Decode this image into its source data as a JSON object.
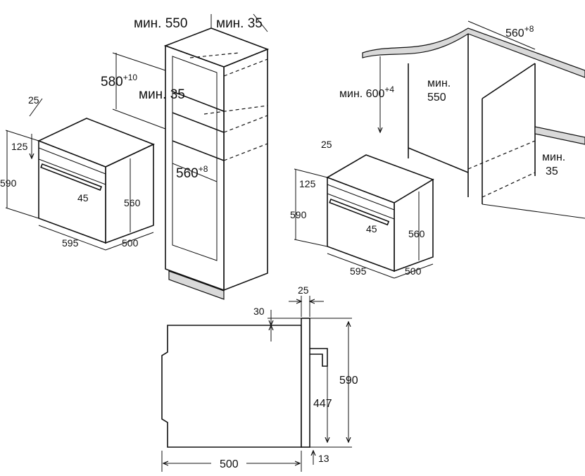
{
  "left_oven": {
    "depth_panel": "25",
    "panel_height": "125",
    "height": "590",
    "handle": "45",
    "inner_height": "560",
    "width": "595",
    "depth": "500"
  },
  "tall_cabinet": {
    "min_depth": "мин. 550",
    "min_gap": "мин. 35",
    "niche_height": "580",
    "niche_height_tol": "+10",
    "vent_gap": "мин. 35",
    "niche_width": "560",
    "niche_width_tol": "+8"
  },
  "under_counter": {
    "niche_width": "560",
    "niche_width_tol": "+8",
    "min_height": "мин. 600",
    "min_height_tol": "+4",
    "min_depth_label": "мин.",
    "min_depth_value": "550",
    "min_gap_label": "мин.",
    "min_gap_value": "35"
  },
  "right_oven": {
    "depth_panel": "25",
    "panel_height": "125",
    "height": "590",
    "handle": "45",
    "inner_height": "560",
    "width": "595",
    "depth": "500"
  },
  "side_view": {
    "panel": "25",
    "top_offset": "30",
    "height": "590",
    "handle_height": "447",
    "depth": "500",
    "bottom_offset": "13"
  }
}
